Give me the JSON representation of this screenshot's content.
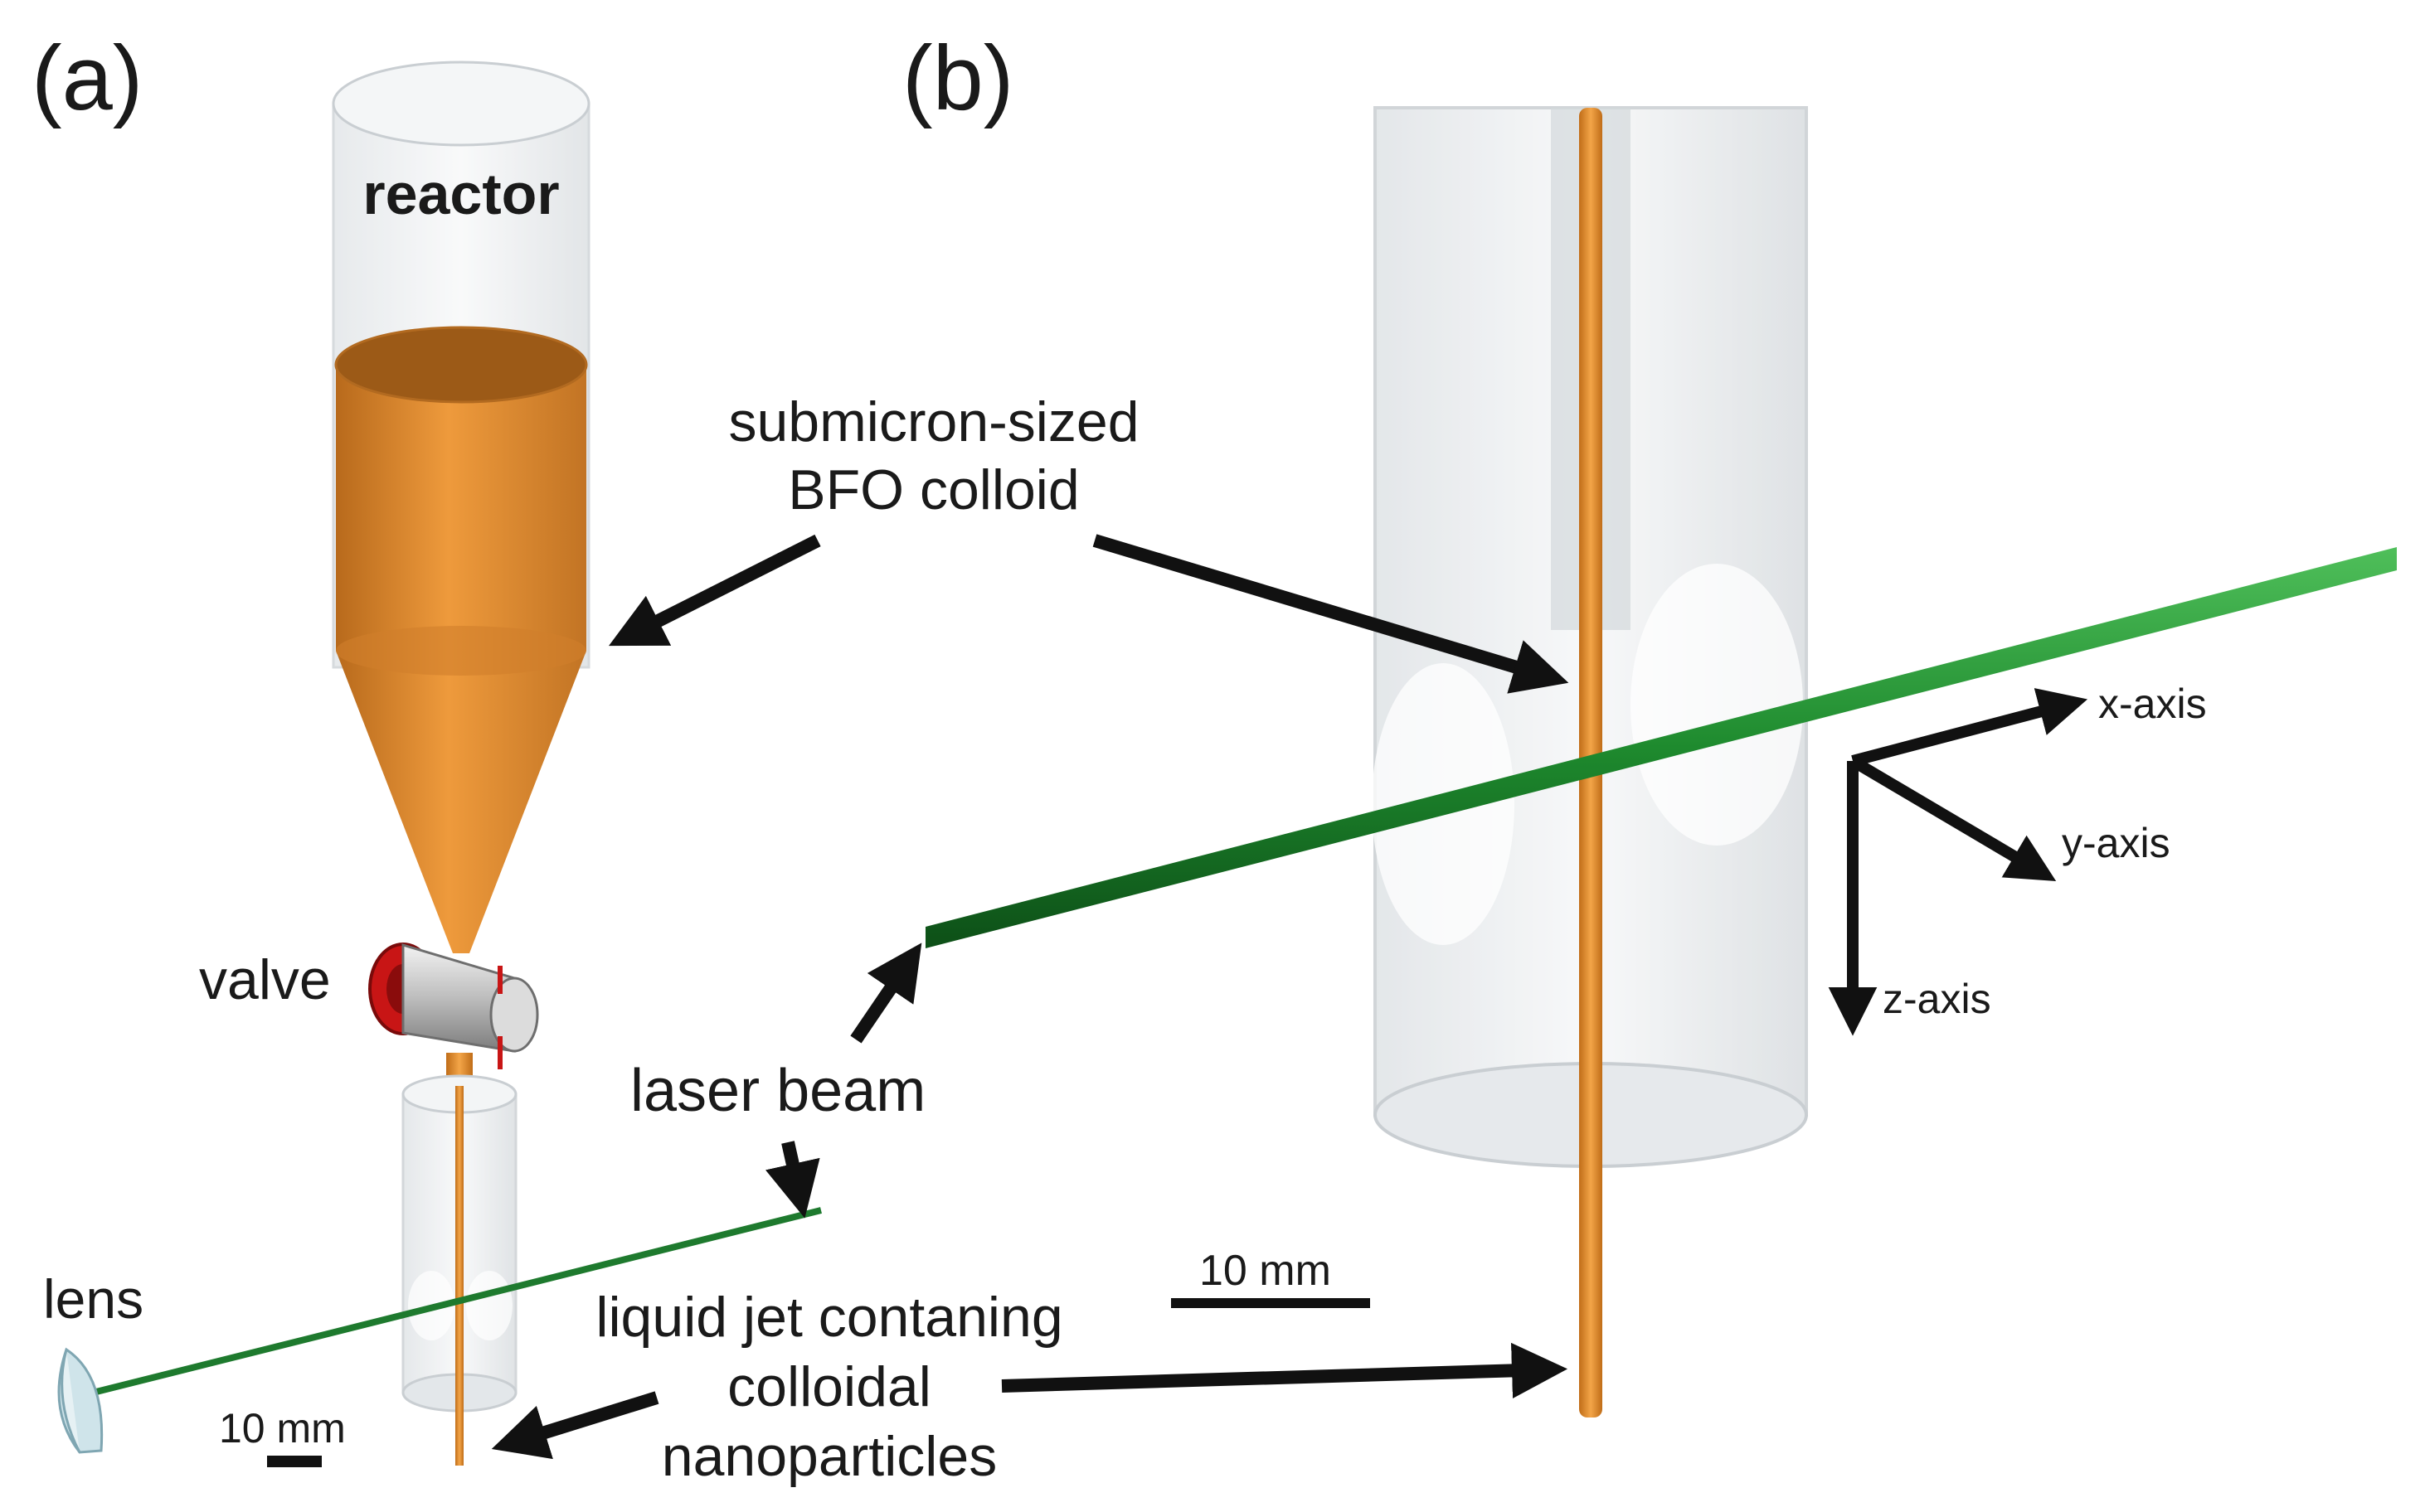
{
  "panels": {
    "a": "(a)",
    "b": "(b)"
  },
  "labels": {
    "reactor": "reactor",
    "colloid_line1": "submicron-sized",
    "colloid_line2": "BFO colloid",
    "valve": "valve",
    "laser_beam": "laser beam",
    "lens": "lens",
    "jet_line1": "liquid jet contaning",
    "jet_line2": "colloidal",
    "jet_line3": "nanoparticles",
    "scale_a": "10 mm",
    "scale_b": "10 mm",
    "x_axis": "x-axis",
    "y_axis": "y-axis",
    "z_axis": "z-axis"
  },
  "colors": {
    "colloid": "#e8902f",
    "laser": "#1e7a2e",
    "valve": "#cc1111",
    "glass": "#eef0f2",
    "arrow": "#111111"
  }
}
